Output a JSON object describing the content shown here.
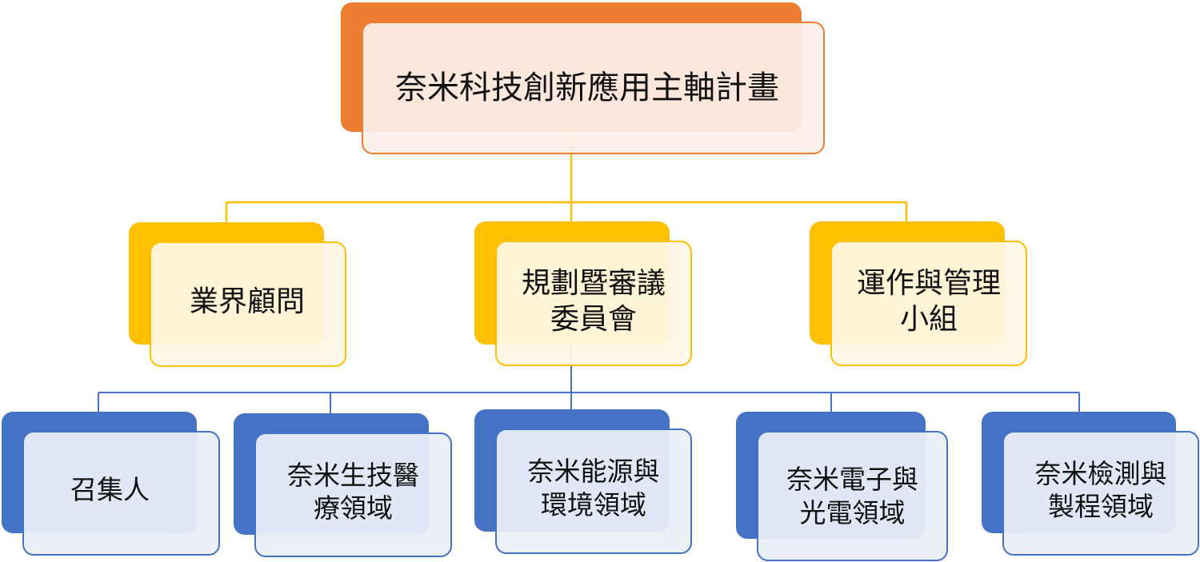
{
  "chart": {
    "root": {
      "label": "奈米科技創新應用主軸計畫"
    },
    "level1": [
      {
        "label": "業界顧問"
      },
      {
        "label": "規劃暨審議\n委員會"
      },
      {
        "label": "運作與管理\n小組"
      }
    ],
    "level2": [
      {
        "label": "召集人"
      },
      {
        "label": "奈米生技醫\n療領域"
      },
      {
        "label": "奈米能源與\n環境領域"
      },
      {
        "label": "奈米電子與\n光電領域"
      },
      {
        "label": "奈米檢測與\n製程領域"
      }
    ]
  },
  "colors": {
    "root_accent": "#ED7D31",
    "level1_accent": "#FFC000",
    "level2_accent": "#4472C4"
  }
}
